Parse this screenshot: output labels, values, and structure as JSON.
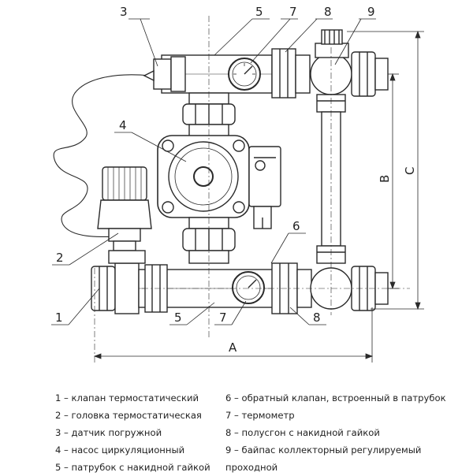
{
  "callouts": {
    "c1": "1",
    "c2": "2",
    "c3": "3",
    "c4": "4",
    "c5_top": "5",
    "c5_bottom": "5",
    "c6": "6",
    "c7_top": "7",
    "c7_bottom": "7",
    "c8_top": "8",
    "c8_bottom": "8",
    "c9": "9"
  },
  "dimensions": {
    "a": "A",
    "b": "B",
    "c": "C"
  },
  "legend": {
    "left": [
      "1 – клапан термостатический",
      "2 – головка термостатическая",
      "3 – датчик погружной",
      "4 – насос циркуляционный",
      "5 – патрубок с накидной гайкой"
    ],
    "right": [
      "6 – обратный клапан, встроенный в патрубок",
      "7 – термометр",
      "8 – полусгон с накидной гайкой",
      "9 – байпас коллекторный регулируемый проходной"
    ]
  }
}
